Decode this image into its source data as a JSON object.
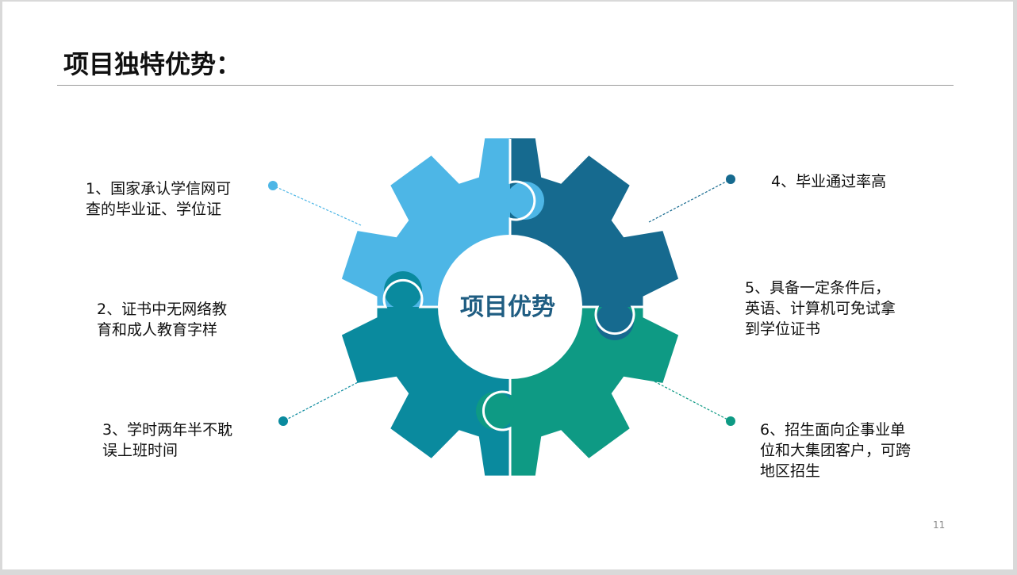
{
  "title": "项目独特优势：",
  "center": {
    "label": "项目优势",
    "color": "#1f5d82"
  },
  "items": [
    {
      "lines": [
        "1、国家承认学信网可",
        "查的毕业证、学位证"
      ],
      "color": "#4db6e6"
    },
    {
      "lines": [
        "2、证书中无网络教",
        "育和成人教育字样"
      ]
    },
    {
      "lines": [
        "3、学时两年半不耽",
        "误上班时间"
      ],
      "color": "#0a8a9e"
    },
    {
      "lines": [
        "4、毕业通过率高"
      ],
      "color": "#166a8f"
    },
    {
      "lines": [
        "5、具备一定条件后，",
        "英语、计算机可免试拿",
        "到学位证书"
      ]
    },
    {
      "lines": [
        "6、招生面向企事业单",
        "位和大集团客户，可跨",
        "地区招生"
      ],
      "color": "#0e9a84"
    }
  ],
  "gear": {
    "quadrant_colors": {
      "top_left": "#4db6e6",
      "top_right": "#166a8f",
      "bottom_left": "#0a8a9e",
      "bottom_right": "#0e9a84"
    }
  },
  "page_number": "11"
}
